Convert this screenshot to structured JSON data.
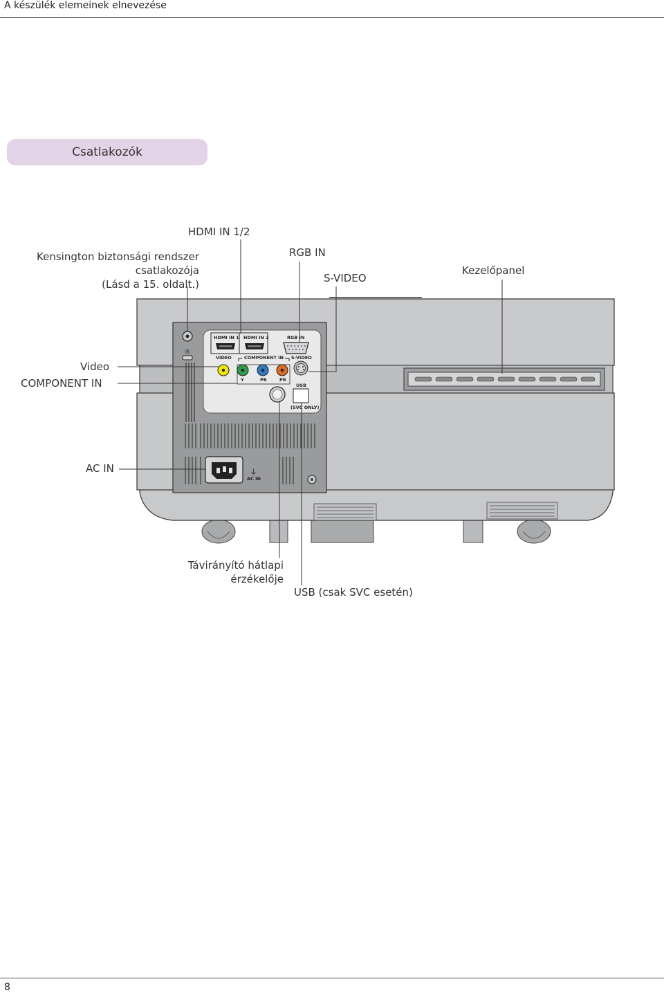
{
  "header": {
    "title": "A készülék elemeinek elnevezése"
  },
  "section": {
    "title": "Csatlakozók"
  },
  "labels": {
    "kensington_line1": "Kensington biztonsági rendszer",
    "kensington_line2": "csatlakozója",
    "kensington_line3": "(Lásd a 15. oldalt.)",
    "hdmi": "HDMI IN 1/2",
    "rgb": "RGB IN",
    "svideo": "S-VIDEO",
    "control_panel": "Kezelőpanel",
    "video": "Video",
    "component": "COMPONENT IN",
    "ac_in": "AC IN",
    "remote_line1": "Távirányító hátlapi",
    "remote_line2": "érzékelője",
    "usb": "USB (csak SVC esetén)"
  },
  "panel_text": {
    "hdmi1": "HDMI IN 1",
    "hdmi2": "HDMI IN 2",
    "rgb": "RGB IN",
    "video": "VIDEO",
    "component": "COMPONENT IN",
    "svideo": "S-VIDEO",
    "y": "Y",
    "pb": "PB",
    "pr": "PR",
    "usb": "USB",
    "svc_only": "(SVC ONLY)",
    "ac_in": "AC IN"
  },
  "colors": {
    "pill": "#e3d3e6",
    "body_light": "#c8c9cb",
    "body_dark": "#9d9ea0",
    "panel": "#9a9b9d",
    "plate": "#e9e9ea",
    "video_jack": "#f2e600",
    "y_jack": "#2e9a4a",
    "pb_jack": "#2f78c2",
    "pr_jack": "#e06a1e"
  },
  "footer": {
    "page_number": "8"
  }
}
